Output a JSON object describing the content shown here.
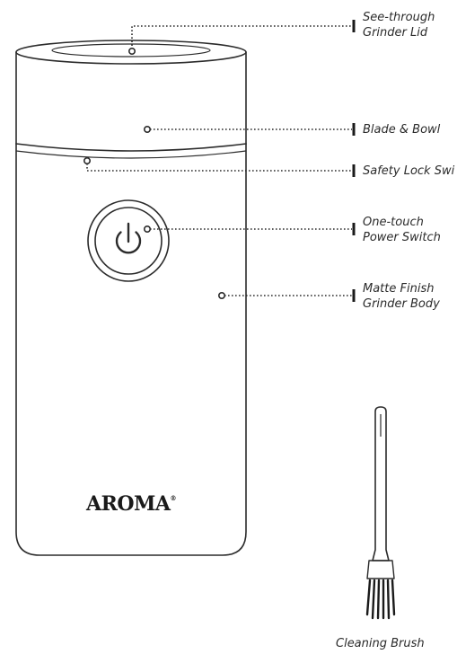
{
  "brand": {
    "name": "AROMA",
    "mark": "®"
  },
  "callouts": {
    "lid": {
      "line1": "See-through",
      "line2": "Grinder Lid"
    },
    "blade": {
      "line1": "Blade & Bowl"
    },
    "safety": {
      "line1": "Safety Lock Swi"
    },
    "power": {
      "line1": "One-touch",
      "line2": "Power Switch"
    },
    "body": {
      "line1": "Matte Finish",
      "line2": "Grinder Body"
    }
  },
  "brush": {
    "label": "Cleaning Brush"
  },
  "icons": {
    "power": "power-icon"
  },
  "colors": {
    "line": "#2b2b2b",
    "background": "#ffffff"
  }
}
